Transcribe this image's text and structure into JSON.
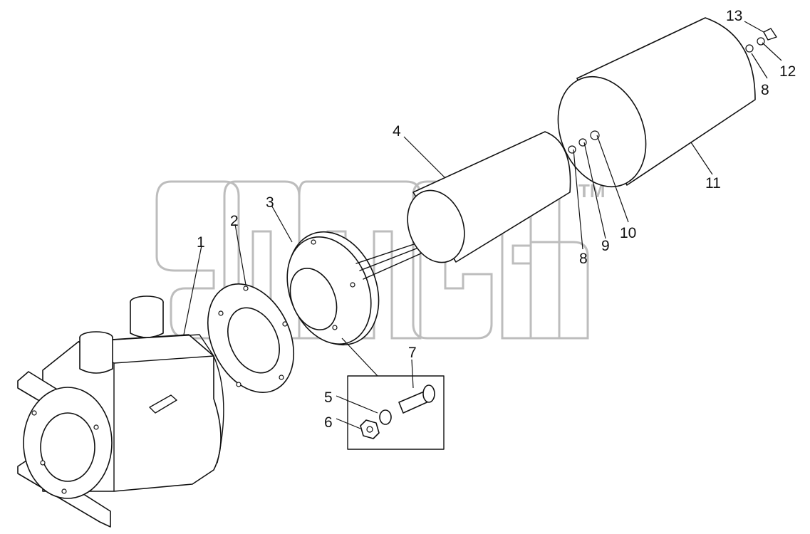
{
  "watermark": {
    "mark": "TM"
  },
  "callouts": [
    {
      "id": "1",
      "label": "1"
    },
    {
      "id": "2",
      "label": "2"
    },
    {
      "id": "3",
      "label": "3"
    },
    {
      "id": "4",
      "label": "4"
    },
    {
      "id": "5",
      "label": "5"
    },
    {
      "id": "6",
      "label": "6"
    },
    {
      "id": "7",
      "label": "7"
    },
    {
      "id": "8a",
      "label": "8"
    },
    {
      "id": "8b",
      "label": "8"
    },
    {
      "id": "9",
      "label": "9"
    },
    {
      "id": "10",
      "label": "10"
    },
    {
      "id": "11",
      "label": "11"
    },
    {
      "id": "12",
      "label": "12"
    },
    {
      "id": "13",
      "label": "13"
    }
  ],
  "colors": {
    "line": "#111111",
    "watermark": "#bdbdbd",
    "background": "#ffffff"
  }
}
